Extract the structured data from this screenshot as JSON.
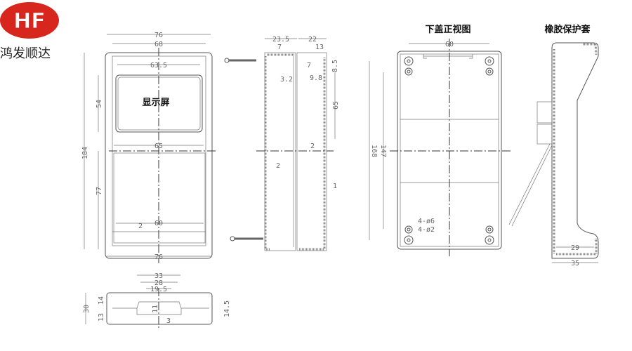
{
  "brand": {
    "logo_text": "HF",
    "name": "鸿发顺达",
    "logo_color": "#d7261e"
  },
  "front_view": {
    "screen_label": "显示屏",
    "dims": {
      "width_outer": "76",
      "width_inner": "68",
      "screen_width": "63.5",
      "screen_height": "54",
      "height_total": "184",
      "lower_width": "65",
      "lower_height": "77",
      "bottom_width": "60",
      "bottom_gap": "2",
      "bottom_outer": "76"
    }
  },
  "side_view": {
    "dims": {
      "depth_left": "23.5",
      "depth_right": "22",
      "lip_left": "7",
      "lip_right": "13",
      "boss_left": "3.2",
      "boss_right": "9.8",
      "boss_width": "7",
      "boss_offset": "8.5",
      "boss_spacing": "65",
      "wall_right": "2",
      "wall_left": "2",
      "wall_back": "1"
    }
  },
  "bottom_view": {
    "dims": {
      "width_a": "33",
      "width_b": "28",
      "width_c": "19.5",
      "height": "30",
      "upper": "14",
      "lower": "13",
      "right": "14.5",
      "slot": "3",
      "center": "11"
    }
  },
  "back_view": {
    "title": "下盖正视图",
    "dims": {
      "hole_spacing_x": "60",
      "outer_spacing_y": "168",
      "inner_spacing_y": "147",
      "hole_large": "4-ø6",
      "hole_small": "4-ø2"
    }
  },
  "rubber_sleeve": {
    "title": "橡胶保护套",
    "dims": {
      "inner": "29",
      "outer": "35"
    }
  }
}
